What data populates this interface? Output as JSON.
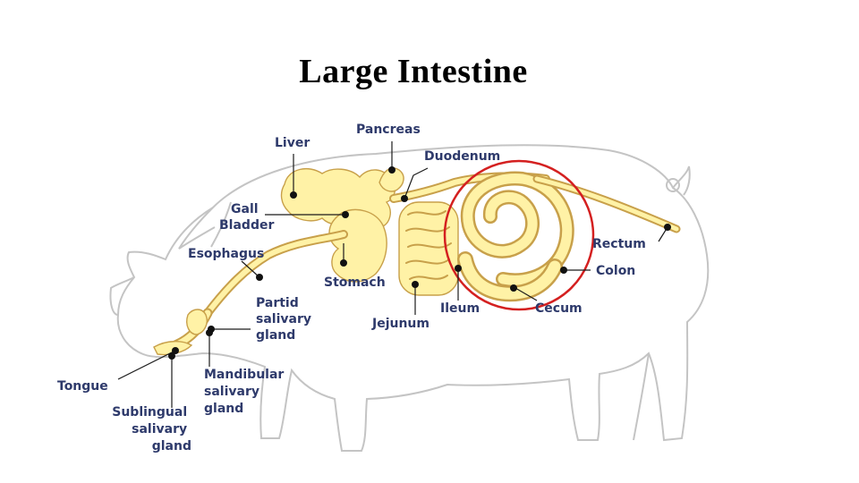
{
  "slide": {
    "title": "Large Intestine"
  },
  "labels": {
    "liver": "Liver",
    "pancreas": "Pancreas",
    "duodenum": "Duodenum",
    "gall_bladder": [
      "Gall",
      "Bladder"
    ],
    "esophagus": "Esophagus",
    "stomach": "Stomach",
    "partid": [
      "Partid",
      "salivary",
      "gland"
    ],
    "jejunum": "Jejunum",
    "ileum": "Ileum",
    "cecum": "Cecum",
    "rectum": "Rectum",
    "colon": "Colon",
    "tongue": "Tongue",
    "mandibular": [
      "Mandibular",
      "salivary",
      "gland"
    ],
    "sublingual": [
      "Sublingual",
      "salivary",
      "gland"
    ]
  },
  "highlight": {
    "target": "large-intestine",
    "color": "#d42020"
  },
  "colors": {
    "tract_fill": "#fff2a6",
    "tract_outline": "#c8a04a",
    "body_outline": "#c4c4c4",
    "label_text": "#2e3a6b"
  }
}
